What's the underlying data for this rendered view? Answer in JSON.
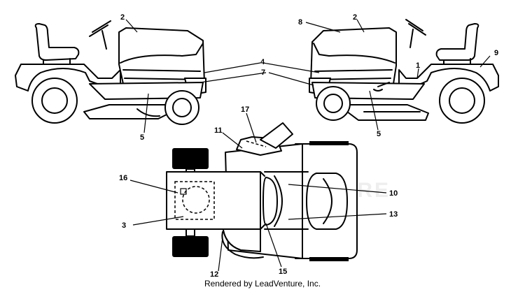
{
  "callouts": {
    "c1": "1",
    "c2": "2",
    "c3": "3",
    "c4": "4",
    "c5": "5",
    "c7": "7",
    "c8": "8",
    "c9": "9",
    "c10": "10",
    "c11": "11",
    "c12": "12",
    "c13": "13",
    "c15": "15",
    "c16": "16",
    "c17": "17"
  },
  "watermark": "LEADVENTURE",
  "footer": "Rendered by LeadVenture, Inc."
}
